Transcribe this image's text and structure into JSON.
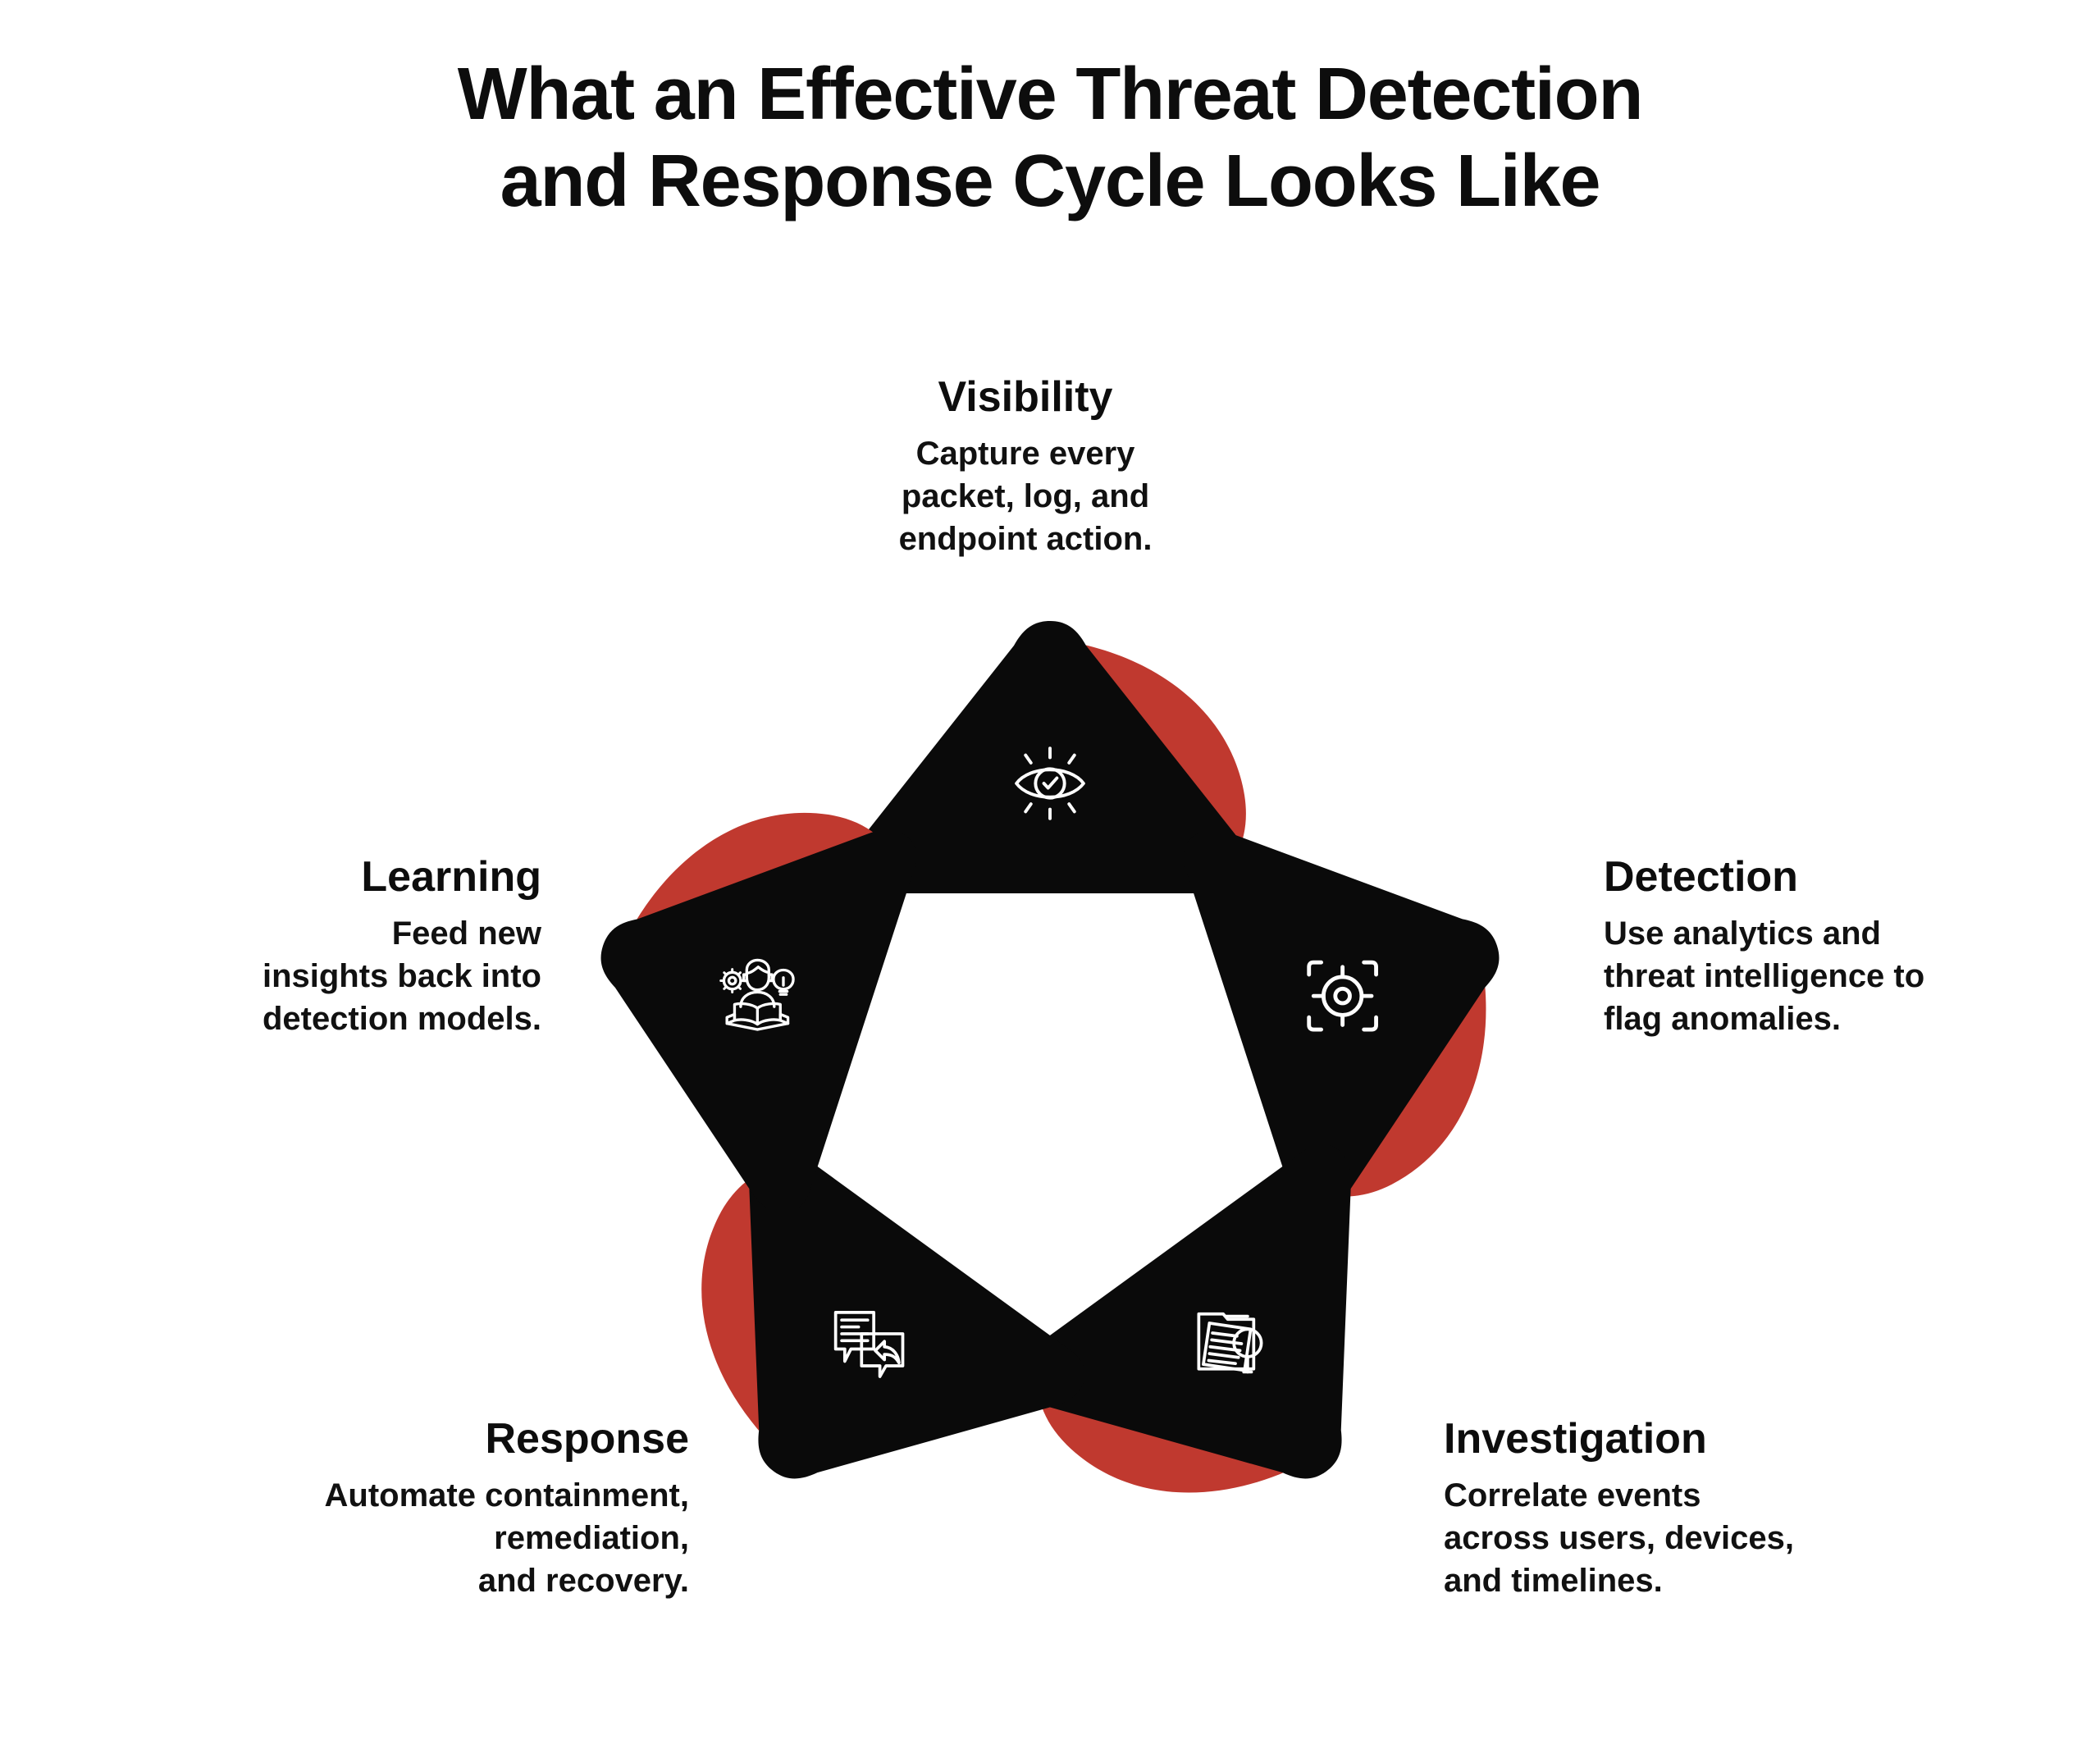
{
  "page": {
    "background_color": "#ffffff",
    "accent_red": "#C0392F",
    "segment_black": "#0A0A0A",
    "text_color": "#111111"
  },
  "header": {
    "title_line1": "What an Effective Threat Detection",
    "title_line2": "and Response Cycle Looks Like",
    "title_full": "What an Effective Threat Detection and Response Cycle Looks Like"
  },
  "cycle": {
    "type": "pentagon-cycle",
    "step_count": 5,
    "direction": "clockwise",
    "steps": [
      {
        "id": "visibility",
        "order": 1,
        "title": "Visibility",
        "description": "Capture every packet, log, and endpoint action.",
        "description_lines": [
          "Capture every",
          "packet, log, and",
          "endpoint action."
        ],
        "icon": "eye-check-icon",
        "position": "top",
        "label_align": "center",
        "segment_color": "#0A0A0A",
        "tail_color": "#C0392F"
      },
      {
        "id": "detection",
        "order": 2,
        "title": "Detection",
        "description": "Use analytics and threat intelligence to flag anomalies.",
        "description_lines": [
          "Use analytics and",
          "threat intelligence to",
          "flag anomalies."
        ],
        "icon": "crosshair-target-icon",
        "position": "right",
        "label_align": "left",
        "segment_color": "#0A0A0A",
        "tail_color": "#C0392F"
      },
      {
        "id": "investigation",
        "order": 3,
        "title": "Investigation",
        "description": "Correlate events across users, devices, and timelines.",
        "description_lines": [
          "Correlate events",
          "across users, devices,",
          "and timelines."
        ],
        "icon": "document-magnifier-icon",
        "position": "bottom-right",
        "label_align": "left",
        "segment_color": "#0A0A0A",
        "tail_color": "#C0392F"
      },
      {
        "id": "response",
        "order": 4,
        "title": "Response",
        "description": "Automate containment, remediation, and recovery.",
        "description_lines": [
          "Automate containment,",
          "remediation,",
          "and recovery."
        ],
        "icon": "chat-reply-icon",
        "position": "bottom-left",
        "label_align": "right",
        "segment_color": "#0A0A0A",
        "tail_color": "#C0392F"
      },
      {
        "id": "learning",
        "order": 5,
        "title": "Learning",
        "description": "Feed new insights back into detection models.",
        "description_lines": [
          "Feed new",
          "insights back into",
          "detection models."
        ],
        "icon": "gear-person-bulb-icon",
        "position": "left",
        "label_align": "right",
        "segment_color": "#0A0A0A",
        "tail_color": "#C0392F"
      }
    ]
  }
}
